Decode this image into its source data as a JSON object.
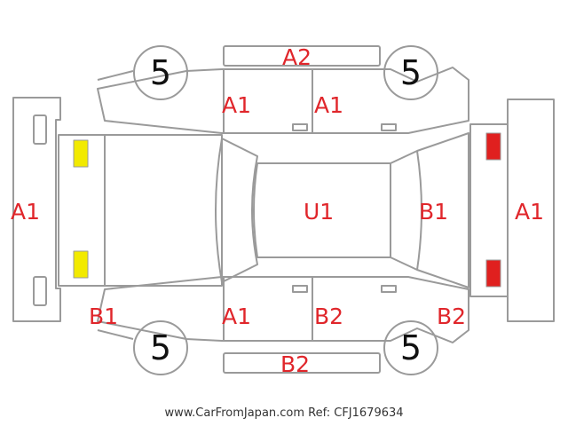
{
  "panels": {
    "front_bumper": "A1",
    "hood": "U1",
    "roof_top_edge": "A2",
    "front_left_door": "A1",
    "rear_left_door": "A1",
    "front_right_door": "A1",
    "rear_right_door": "B2",
    "rear_bottom_edge": "B2",
    "front_right_corner": "B1",
    "rear_quarter": "B2",
    "windshield_area": "B1",
    "rear_bumper": "A1"
  },
  "tires": {
    "top_left": "5",
    "top_right": "5",
    "bottom_left": "5",
    "bottom_right": "5"
  },
  "markers": {
    "front_left_light": "#f2ea00",
    "front_right_light": "#f2ea00",
    "rear_left_light": "#e0201f",
    "rear_right_light": "#e0201f"
  },
  "colors": {
    "outline": "#9a9a9a",
    "label": "#e0262b"
  },
  "footer": {
    "text": "www.CarFromJapan.com Ref: CFJ1679634"
  }
}
